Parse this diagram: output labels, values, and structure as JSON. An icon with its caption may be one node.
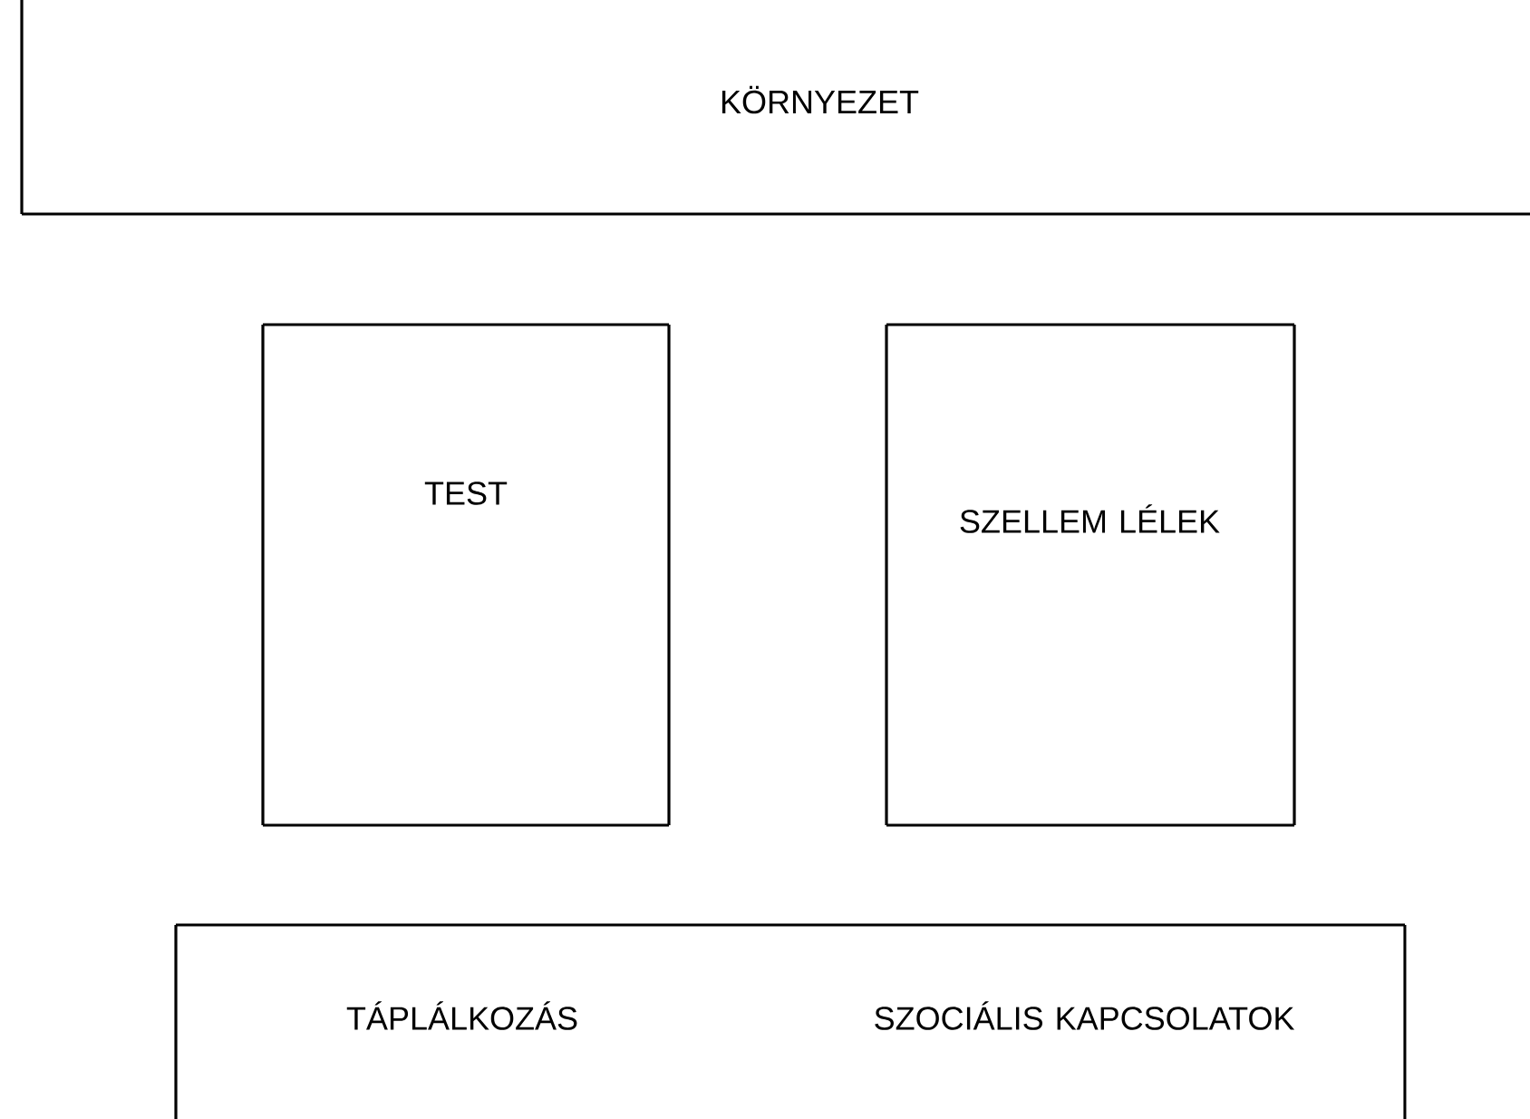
{
  "diagram": {
    "nodes": [
      {
        "text": [
          "KÖRNYEZET"
        ]
      },
      {
        "text": [
          "TEST"
        ]
      },
      {
        "text": [
          "SZELLEM LÉLEK"
        ]
      },
      {
        "text": [
          "TÁPLÁLKOZÁS",
          "SZOCIÁLIS KAPCSOLATOK"
        ]
      }
    ]
  }
}
